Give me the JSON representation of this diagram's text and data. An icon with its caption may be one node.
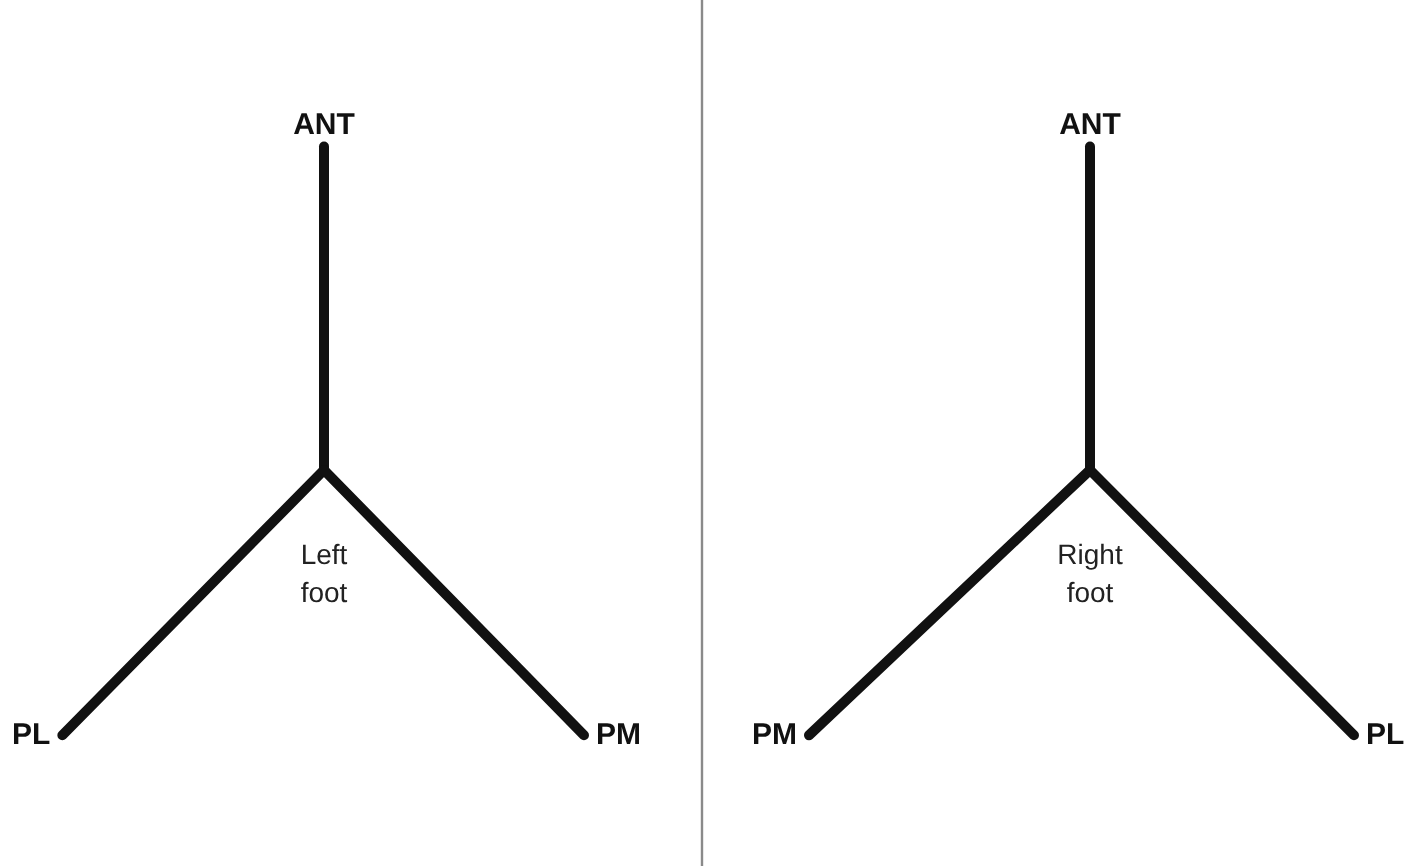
{
  "diagram": {
    "nodes": [
      {
        "text": [
          "ANT"
        ]
      },
      {
        "text": [
          "Left foot"
        ]
      },
      {
        "text": [
          "PL"
        ]
      },
      {
        "text": [
          "PM"
        ]
      },
      {
        "text": [
          "ANT"
        ]
      },
      {
        "text": [
          "Right foot"
        ]
      },
      {
        "text": [
          "PM"
        ]
      },
      {
        "text": [
          "PL"
        ]
      }
    ],
    "edges": [
      {
        "from": 1,
        "to": 0,
        "arrow": "none"
      },
      {
        "from": 1,
        "to": 2,
        "arrow": "none"
      },
      {
        "from": 1,
        "to": 3,
        "arrow": "none"
      },
      {
        "from": 5,
        "to": 4,
        "arrow": "none"
      },
      {
        "from": 5,
        "to": 6,
        "arrow": "none"
      },
      {
        "from": 5,
        "to": 7,
        "arrow": "none"
      }
    ]
  }
}
